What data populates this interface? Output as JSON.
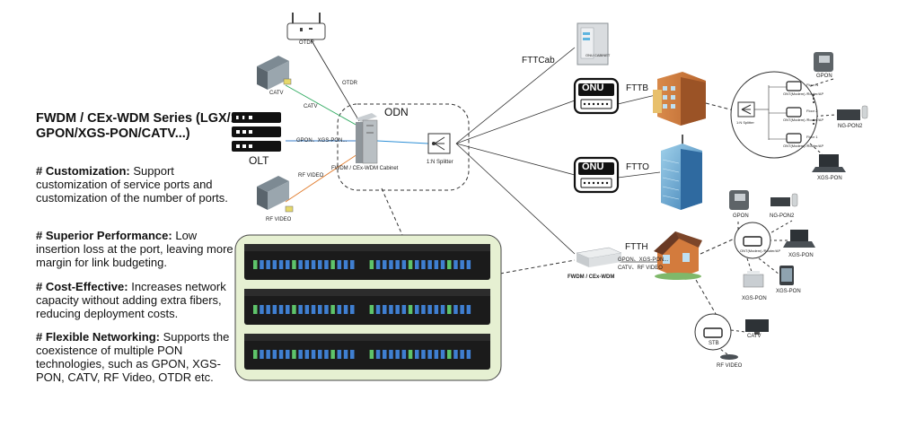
{
  "left_panel": {
    "title": "FWDM / CEx-WDM Series (LGX/1U GPON/XGS-PON/CATV...)",
    "features": [
      {
        "head": "# Customization:",
        "text": "Support customization of service ports and customization of the number of ports."
      },
      {
        "head": "# Superior Performance:",
        "text": "Low insertion loss at the port, leaving more margin for link budgeting."
      },
      {
        "head": "# Cost-Effective:",
        "text": "Increases network capacity without adding extra fibers, reducing deployment costs."
      },
      {
        "head": "# Flexible Networking:",
        "text": "Supports the coexistence of multiple PON technologies, such as GPON, XGS-PON, CATV, RF Video, OTDR etc."
      }
    ]
  },
  "devices": {
    "otdr": "OTDR",
    "catv": "CATV",
    "olt": "OLT",
    "rf_video": "RF VIDEO",
    "odn": "ODN",
    "cabinet": "FWDM / CEx-WDM Cabinet",
    "splitter": "1:N Splitter",
    "onu_text_1": "ONU",
    "onu_text_2": "ONU",
    "onu_cabinet": "ONU CABINET",
    "fwdm_box": "FWDM / CEx-WDM"
  },
  "line_labels": {
    "otdr": "OTDR",
    "catv": "CATV",
    "gpon_xgs": "GPON、XGS-PON...",
    "rf_video": "RF VIDEO",
    "box_gpon": "GPON、XGS-PON...",
    "box_catv": "CATV、RF VIDEO"
  },
  "scenarios": {
    "fttcab": "FTTCab",
    "fttb": "FTTB",
    "ftto": "FTTO",
    "ftth": "FTTH"
  },
  "fttb_detail": {
    "gpon": "GPON",
    "ng_pon2": "NG-PON2",
    "xgs_pon": "XGS-PON",
    "splitter": "1:N Splitter",
    "ont": "ONT(Modem) /Router/AP",
    "floor_n": "Floor N",
    "floor_2": "Floor 2",
    "floor_1": "Floor 1"
  },
  "ftth_detail": {
    "gpon": "GPON",
    "ng_pon2": "NG-PON2",
    "xgs_pon_1": "XGS-PON",
    "xgs_pon_2": "XGS-PON",
    "xgs_pon_3": "XGS-PON",
    "ont": "ONT(Modem) /Router/AP",
    "stb": "STB",
    "catv": "CATV",
    "rf_video": "RF VIDEO"
  }
}
